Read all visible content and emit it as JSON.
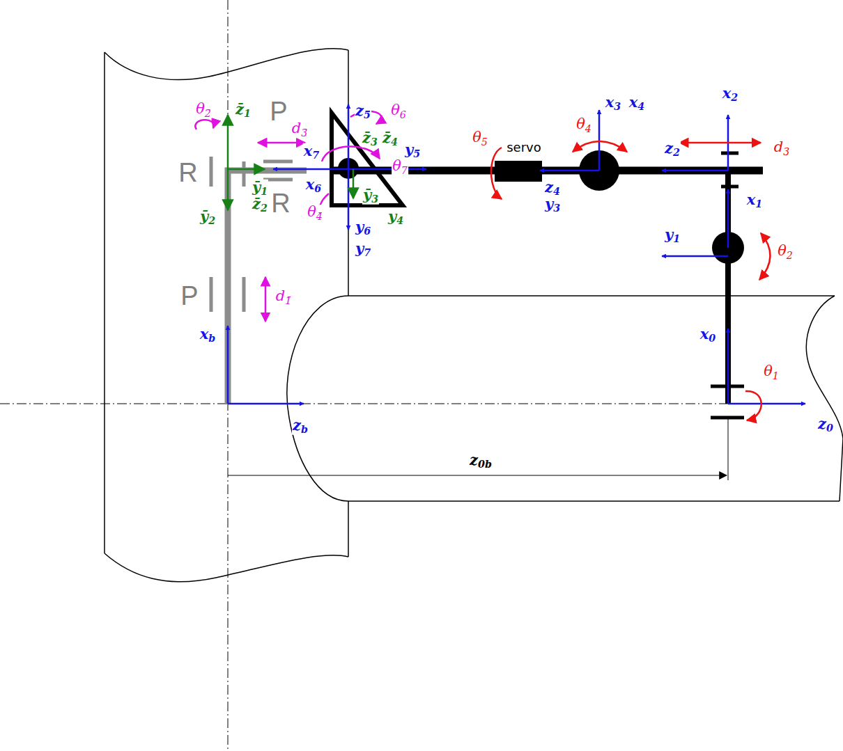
{
  "diagram": {
    "labels": [
      "θ2̄",
      "z̄1",
      "P",
      "d3̄",
      "x7",
      "z5",
      "θ6",
      "z̄3",
      "z̄4",
      "θ7",
      "y5",
      "θ5",
      "servo",
      "x3",
      "x4",
      "θ4",
      "x2",
      "z2",
      "d3",
      "R",
      "ȳ1",
      "x6",
      "z̄2",
      "R",
      "ȳ2",
      "θ4̄",
      "ȳ3",
      "y4",
      "y6",
      "y7",
      "z4",
      "y3",
      "x1",
      "y1",
      "θ2",
      "P",
      "d1̄",
      "xb",
      "x0",
      "θ1",
      "z0",
      "zb",
      "z0b"
    ]
  }
}
